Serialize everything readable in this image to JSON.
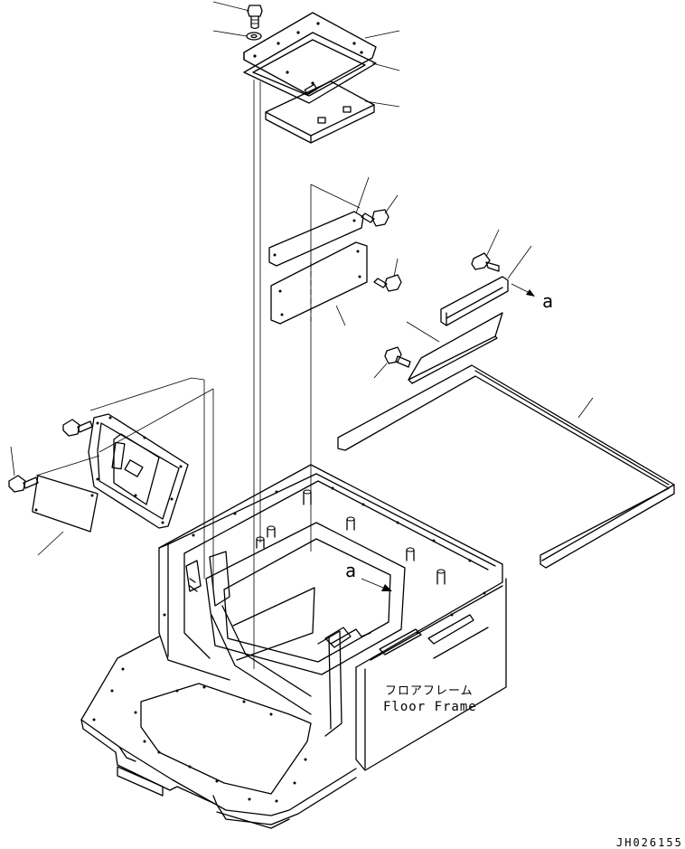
{
  "labels": {
    "floor_frame_jp": "フロアフレーム",
    "floor_frame_en": "Floor Frame",
    "view_marker_top": "a",
    "view_marker_frame": "a",
    "drawing_number": "JH026155"
  }
}
